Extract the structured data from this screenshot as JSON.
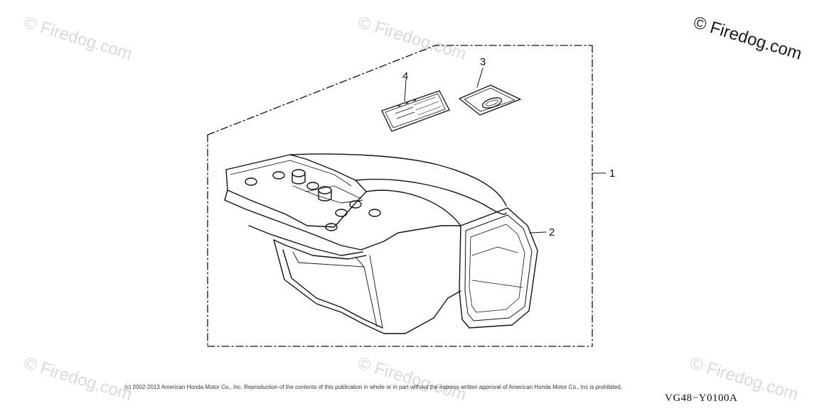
{
  "watermark": {
    "main": "© Firedog.com",
    "faint": "© Firedog.com"
  },
  "callouts": [
    "1",
    "2",
    "3",
    "4"
  ],
  "copyright": "(c) 2002-2013 American Honda Motor Co., Inc. Reproduction of the contents of this publication in whole or in part without the express written approval of American Honda Motor Co., Inc is prohibited.",
  "diagram_code": "VG48−Y0100A",
  "colors": {
    "line": "#111111",
    "watermark_faint": "#d9d9d9"
  },
  "icons": [
    "exhaust-deflector-part",
    "brand-emblem-decal",
    "warning-label-decal"
  ]
}
